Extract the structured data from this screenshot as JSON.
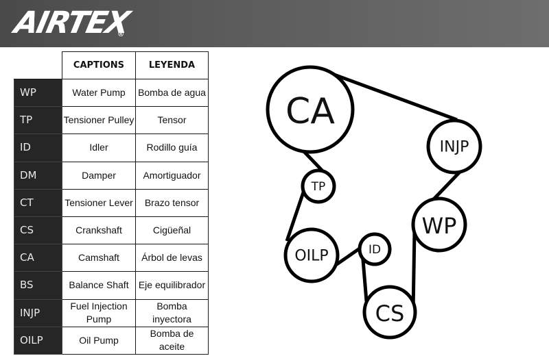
{
  "brand": {
    "name": "AIRTEX",
    "registered": "®"
  },
  "table": {
    "headers": {
      "captions": "CAPTIONS",
      "leyenda": "LEYENDA"
    },
    "rows": [
      {
        "code": "WP",
        "caption": "Water Pump",
        "leyenda": "Bomba de agua"
      },
      {
        "code": "TP",
        "caption": "Tensioner Pulley",
        "leyenda": "Tensor"
      },
      {
        "code": "ID",
        "caption": "Idler",
        "leyenda": "Rodillo guía"
      },
      {
        "code": "DM",
        "caption": "Damper",
        "leyenda": "Amortiguador"
      },
      {
        "code": "CT",
        "caption": "Tensioner Lever",
        "leyenda": "Brazo tensor"
      },
      {
        "code": "CS",
        "caption": "Crankshaft",
        "leyenda": "Cigüeñal"
      },
      {
        "code": "CA",
        "caption": "Camshaft",
        "leyenda": "Árbol de levas"
      },
      {
        "code": "BS",
        "caption": "Balance Shaft",
        "leyenda": "Eje equilibrador"
      },
      {
        "code": "INJP",
        "caption": "Fuel Injection Pump",
        "leyenda": "Bomba inyectora"
      },
      {
        "code": "OILP",
        "caption": "Oil Pump",
        "leyenda": "Bomba de aceite"
      }
    ]
  },
  "diagram": {
    "pulleys": {
      "ca": "CA",
      "injp": "INJP",
      "tp": "TP",
      "wp": "WP",
      "oilp": "OILP",
      "id": "ID",
      "cs": "CS"
    }
  }
}
